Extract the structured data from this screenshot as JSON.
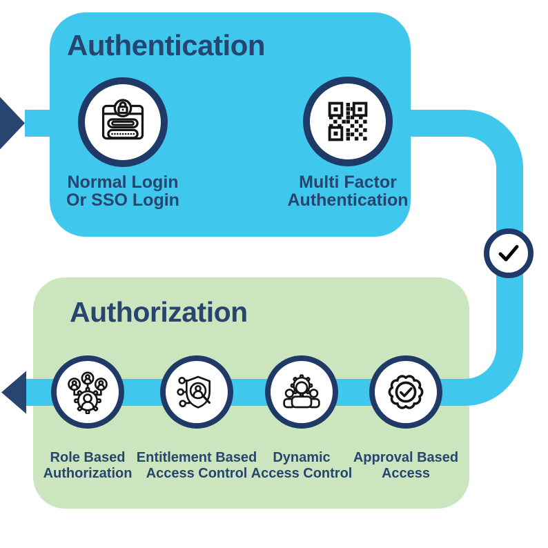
{
  "authentication": {
    "title": "Authentication",
    "steps": [
      {
        "icon": "login-form-icon",
        "label_line1": "Normal Login",
        "label_line2": "Or SSO Login"
      },
      {
        "icon": "qr-code-icon",
        "label_line1": "Multi Factor",
        "label_line2": "Authentication"
      }
    ]
  },
  "authorization": {
    "title": "Authorization",
    "steps": [
      {
        "icon": "role-network-icon",
        "label_line1": "Role Based",
        "label_line2": "Authorization"
      },
      {
        "icon": "shield-magnifier-icon",
        "label_line1": "Entitlement Based",
        "label_line2": "Access Control"
      },
      {
        "icon": "group-gear-icon",
        "label_line1": "Dynamic",
        "label_line2": "Access Control"
      },
      {
        "icon": "seal-check-icon",
        "label_line1": "Approval Based",
        "label_line2": "Access"
      }
    ]
  },
  "flow": {
    "entry_arrow": "right-arrowhead",
    "checkpoint_icon": "checkmark-badge-icon",
    "exit_arrow": "left-arrowhead"
  },
  "colors": {
    "flow_blue": "#3FC7EE",
    "authentication_box": "#3FC7EE",
    "authorization_box": "#CBE6BE",
    "navy_text": "#27456F",
    "ring_navy": "#1F3A66",
    "icon_stroke": "#141414"
  }
}
